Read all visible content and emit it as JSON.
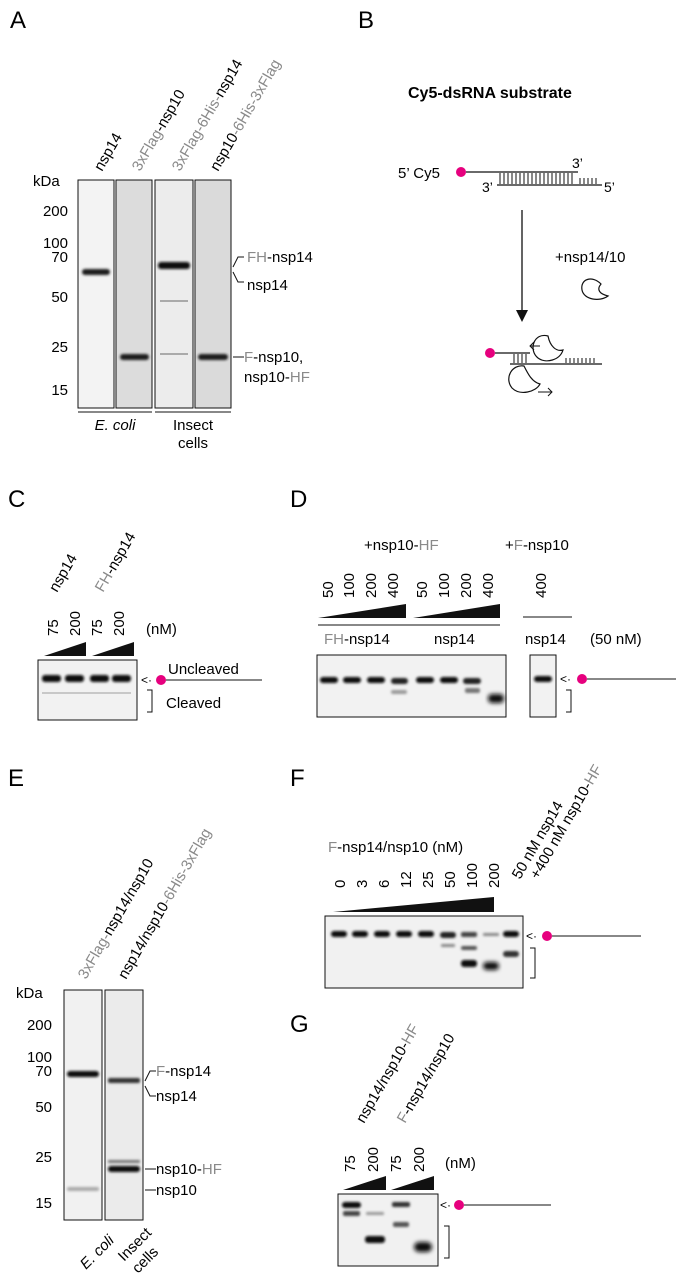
{
  "colors": {
    "gray_label": "#8a8a8a",
    "cy5_dot": "#e6007e",
    "gel_bg": "#f1f1f1",
    "band": "#1a1a1a"
  },
  "panelA": {
    "letter": "A",
    "kda": "kDa",
    "markers": [
      "200",
      "100",
      "70",
      "50",
      "25",
      "15"
    ],
    "lanes": {
      "l1": "nsp14",
      "l2a": "3xFlag",
      "l2b": "-nsp10",
      "l3a": "3xFlag-6His-",
      "l3b": "nsp14",
      "l4a": "nsp10",
      "l4b": "-6His-3xFlag"
    },
    "right": {
      "fh_a": "FH",
      "fh_b": "-nsp14",
      "nsp14": "nsp14",
      "f_a": "F",
      "f_b": "-nsp10,",
      "hf_a": "nsp10-",
      "hf_b": "HF"
    },
    "groups": {
      "ecoli": "E. coli",
      "insect1": "Insect",
      "insect2": "cells"
    }
  },
  "panelB": {
    "letter": "B",
    "title": "Cy5-dsRNA substrate",
    "five_cy5": "5’ Cy5",
    "three_top": "3’",
    "three_bottom": "3’",
    "five_right": "5’",
    "enzyme": "+nsp14/10"
  },
  "panelC": {
    "letter": "C",
    "lane1": "nsp14",
    "lane2a": "FH",
    "lane2b": "-nsp14",
    "conc": [
      "75",
      "200",
      "75",
      "200"
    ],
    "unit": "(nM)",
    "uncleaved": "Uncleaved",
    "cleaved": "Cleaved"
  },
  "panelD": {
    "letter": "D",
    "hdr1a": "+nsp10-",
    "hdr1b": "HF",
    "hdr2a": "+",
    "hdr2b": "F",
    "hdr2c": "-nsp10",
    "conc": [
      "50",
      "100",
      "200",
      "400",
      "50",
      "100",
      "200",
      "400",
      "400"
    ],
    "grp1a": "FH",
    "grp1b": "-nsp14",
    "grp2": "nsp14",
    "grp3": "nsp14",
    "unit": "(50 nM)"
  },
  "panelE": {
    "letter": "E",
    "kda": "kDa",
    "markers": [
      "200",
      "100",
      "70",
      "50",
      "25",
      "15"
    ],
    "lane1a": "3xFlag-",
    "lane1b": "nsp14/nsp10",
    "lane2a": "nsp14/nsp10",
    "lane2b": "-6His-3xFlag",
    "f14a": "F",
    "f14b": "-nsp14",
    "nsp14": "nsp14",
    "hf_a": "nsp10-",
    "hf_b": "HF",
    "nsp10": "nsp10",
    "ecoli": "E. coli",
    "insect1": "Insect",
    "insect2": "cells"
  },
  "panelF": {
    "letter": "F",
    "hdr_a": "F",
    "hdr_b": "-nsp14/nsp10 (nM)",
    "conc": [
      "0",
      "3",
      "6",
      "12",
      "25",
      "50",
      "100",
      "200"
    ],
    "extra1": "50 nM nsp14",
    "extra2a": "+400 nM nsp10-",
    "extra2b": "HF"
  },
  "panelG": {
    "letter": "G",
    "lane1a": "nsp14/nsp10-",
    "lane1b": "HF",
    "lane2a": "F",
    "lane2b": "-nsp14/nsp10",
    "conc": [
      "75",
      "200",
      "75",
      "200"
    ],
    "unit": "(nM)"
  }
}
